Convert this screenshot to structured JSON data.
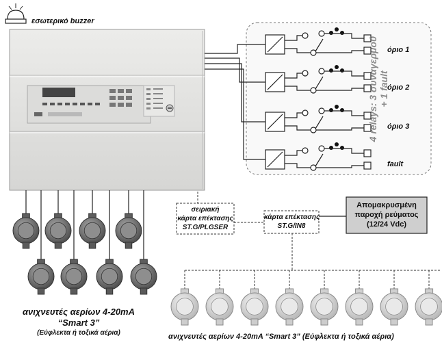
{
  "labels": {
    "buzzer": "εσωτερικό buzzer",
    "relay_1": "όριο 1",
    "relay_2": "όριο 2",
    "relay_3": "όριο 3",
    "relay_fault": "fault",
    "relays_note_line1": "4 relays: 3 συναγερμού",
    "relays_note_line2": "+ 1 fault",
    "serial_card_line1": "σειριακή",
    "serial_card_line2": "κάρτα επέκτασης",
    "serial_card_line3": "ST.G/PLGSER",
    "exp_card_line1": "κάρτα επέκτασης",
    "exp_card_line2": "ST.G/IN8",
    "remote_power_line1": "Απομακρυσμένη",
    "remote_power_line2": "παροχή ρεύματος",
    "remote_power_line3": "(12/24 Vdc)",
    "detectors_left_line1": "ανιχνευτές αερίων 4-20mA",
    "detectors_left_line2": "“Smart 3”",
    "detectors_left_line3": "(Εύφλεκτα ή τοξικά αέρια)",
    "detectors_right": "ανιχνευτές αερίων 4-20mA “Smart 3” (Εύφλεκτα ή τοξικά αέρια)"
  },
  "counts": {
    "relays": 4,
    "wired_detectors": 8,
    "expansion_detectors": 8
  },
  "colors": {
    "panel": "#e6e6e4",
    "relay_box_bg": "#f7f7f7",
    "power_box": "#cfcfcf",
    "detector_dark": "#7c7c7c",
    "detector_light": "#d9d9d9",
    "line": "#222222"
  },
  "icons": {
    "buzzer": "buzzer-icon",
    "detector": "gas-detector-icon",
    "relay": "relay-contact-icon"
  }
}
